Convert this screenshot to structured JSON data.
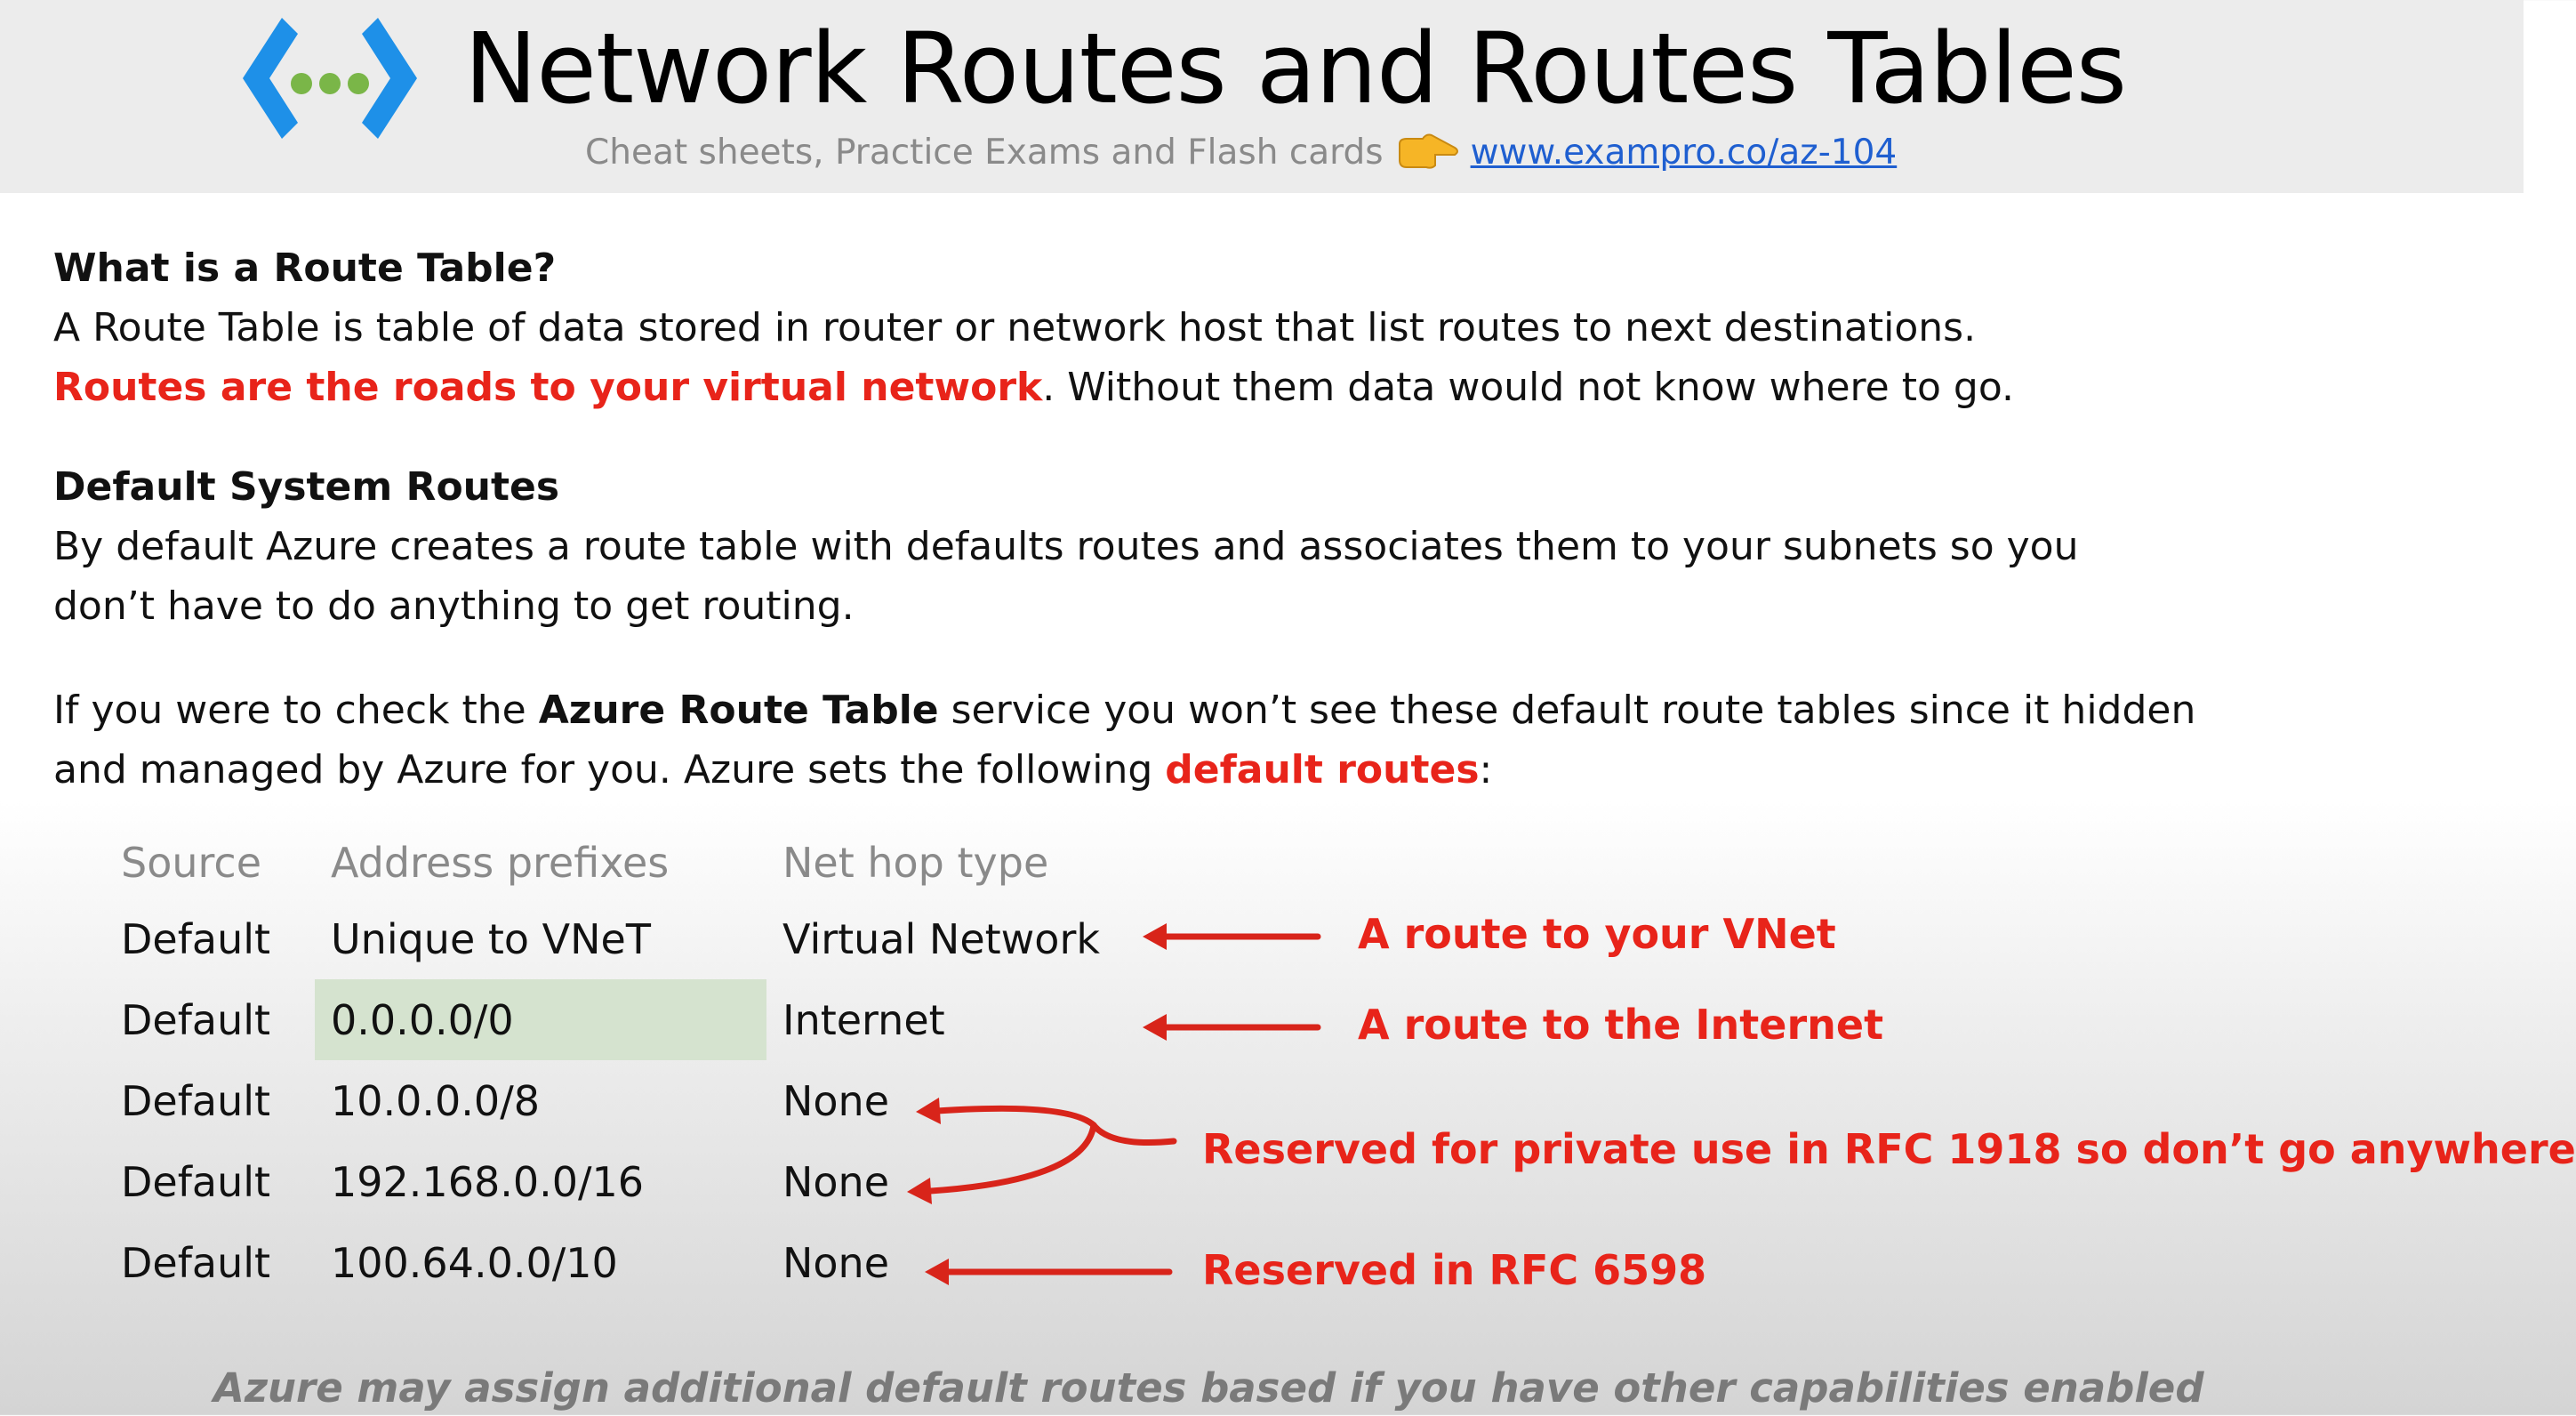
{
  "header": {
    "title": "Network Routes and Routes Tables",
    "subtitle": "Cheat sheets, Practice Exams and Flash cards",
    "link": "www.exampro.co/az-104",
    "logo_icon": "azure-route-table-icon",
    "hand_icon": "pointing-hand-icon"
  },
  "intro": {
    "heading": "What is a Route Table?",
    "line1": "A Route Table is table of data stored in router or network host that list routes to next destinations.",
    "line2_highlight": "Routes are the roads to your virtual network",
    "line2_rest": ". Without them data would not know where to go."
  },
  "defaults": {
    "heading": "Default System Routes",
    "line1": "By default Azure creates a route table with defaults routes and associates them to your subnets so you",
    "line2": "don’t have to do anything to get routing."
  },
  "azure_note": {
    "part1": "If you were to check the ",
    "bold": "Azure Route Table",
    "part2": " service you won’t see these default route tables since it hidden",
    "line2_start": "and managed by Azure for you. Azure sets the following ",
    "line2_highlight": "default routes",
    "line2_end": ":"
  },
  "table": {
    "headers": [
      "Source",
      "Address prefixes",
      "Net hop type"
    ],
    "rows": [
      [
        "Default",
        "Unique to VNeT",
        "Virtual Network"
      ],
      [
        "Default",
        "0.0.0.0/0",
        "Internet"
      ],
      [
        "Default",
        "10.0.0.0/8",
        "None"
      ],
      [
        "Default",
        "192.168.0.0/16",
        "None"
      ],
      [
        "Default",
        "100.64.0.0/10",
        "None"
      ]
    ]
  },
  "annotations": {
    "vnet": "A route to your VNet",
    "internet": "A route to the Internet",
    "private": "Reserved for private use in RFC 1918 so don’t go anywhere",
    "rfc6598": "Reserved in RFC 6598"
  },
  "footer": "Azure may assign additional default routes based if you have other capabilities enabled",
  "colors": {
    "accent_red": "#e8241a",
    "link_blue": "#1f5fd0",
    "highlight_green": "#d5e3cf",
    "logo_blue": "#1e90e8",
    "logo_green": "#7ab648"
  }
}
